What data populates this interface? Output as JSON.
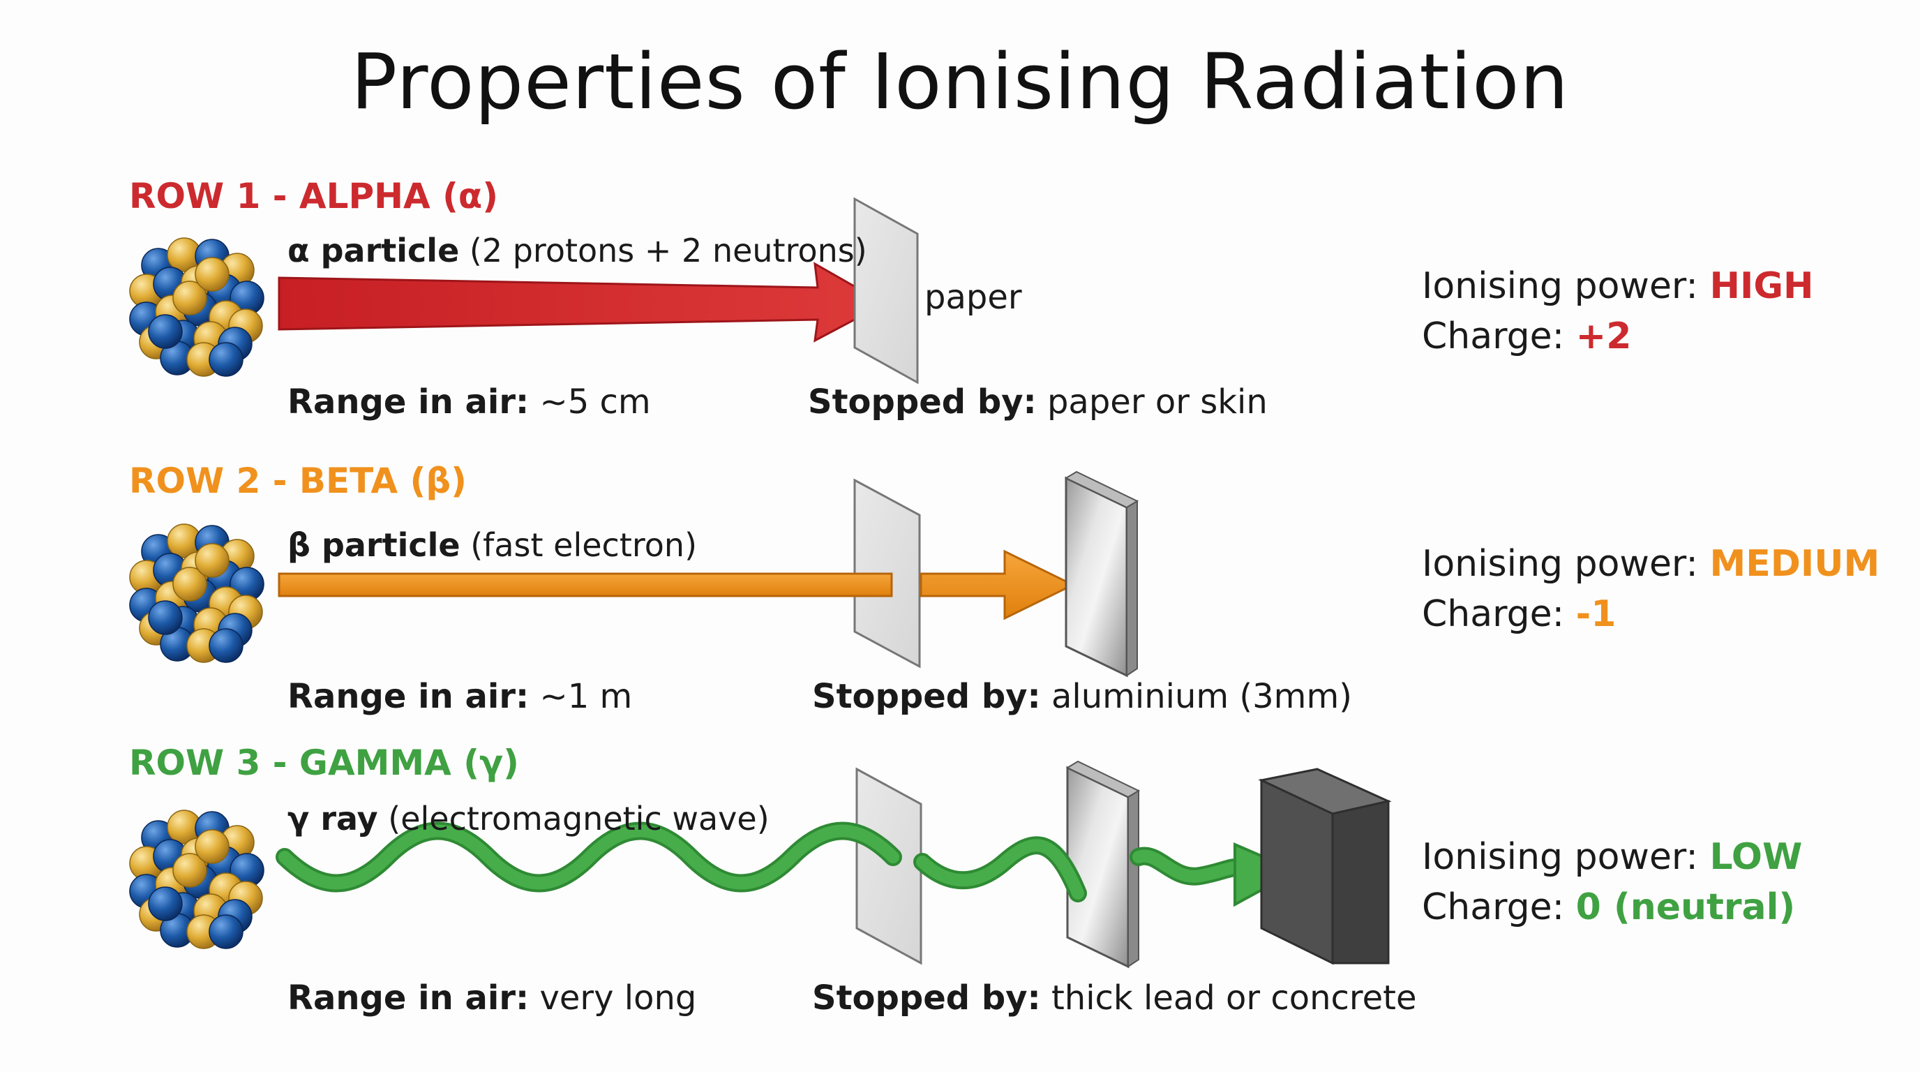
{
  "title": "Properties of Ionising Radiation",
  "colors": {
    "alpha": "#cc2a2e",
    "beta": "#f0911d",
    "gamma": "#3fa142",
    "nucleus_gold": "#e3b13a",
    "nucleus_blue": "#1d5aa8"
  },
  "rows": [
    {
      "heading": "ROW 1 - ALPHA (α)",
      "particle_name": "α particle",
      "particle_desc": "(2 protons + 2 neutrons)",
      "barrier_label": "paper",
      "range_key": "Range in air:",
      "range_val": "~5 cm",
      "stopped_key": "Stopped by:",
      "stopped_val": "paper or skin",
      "ionising_key": "Ionising power:",
      "ionising_val": "HIGH",
      "charge_key": "Charge:",
      "charge_val": "+2"
    },
    {
      "heading": "ROW 2 - BETA (β)",
      "particle_name": "β particle",
      "particle_desc": "(fast electron)",
      "range_key": "Range in air:",
      "range_val": "~1 m",
      "stopped_key": "Stopped by:",
      "stopped_val": "aluminium (3mm)",
      "ionising_key": "Ionising power:",
      "ionising_val": "MEDIUM",
      "charge_key": "Charge:",
      "charge_val": "-1"
    },
    {
      "heading": "ROW 3 - GAMMA (γ)",
      "particle_name": "γ ray",
      "particle_desc": "(electromagnetic wave)",
      "range_key": "Range in air:",
      "range_val": "very long",
      "stopped_key": "Stopped by:",
      "stopped_val": "thick lead or concrete",
      "ionising_key": "Ionising power:",
      "ionising_val": "LOW",
      "charge_key": "Charge:",
      "charge_val": "0 (neutral)"
    }
  ]
}
